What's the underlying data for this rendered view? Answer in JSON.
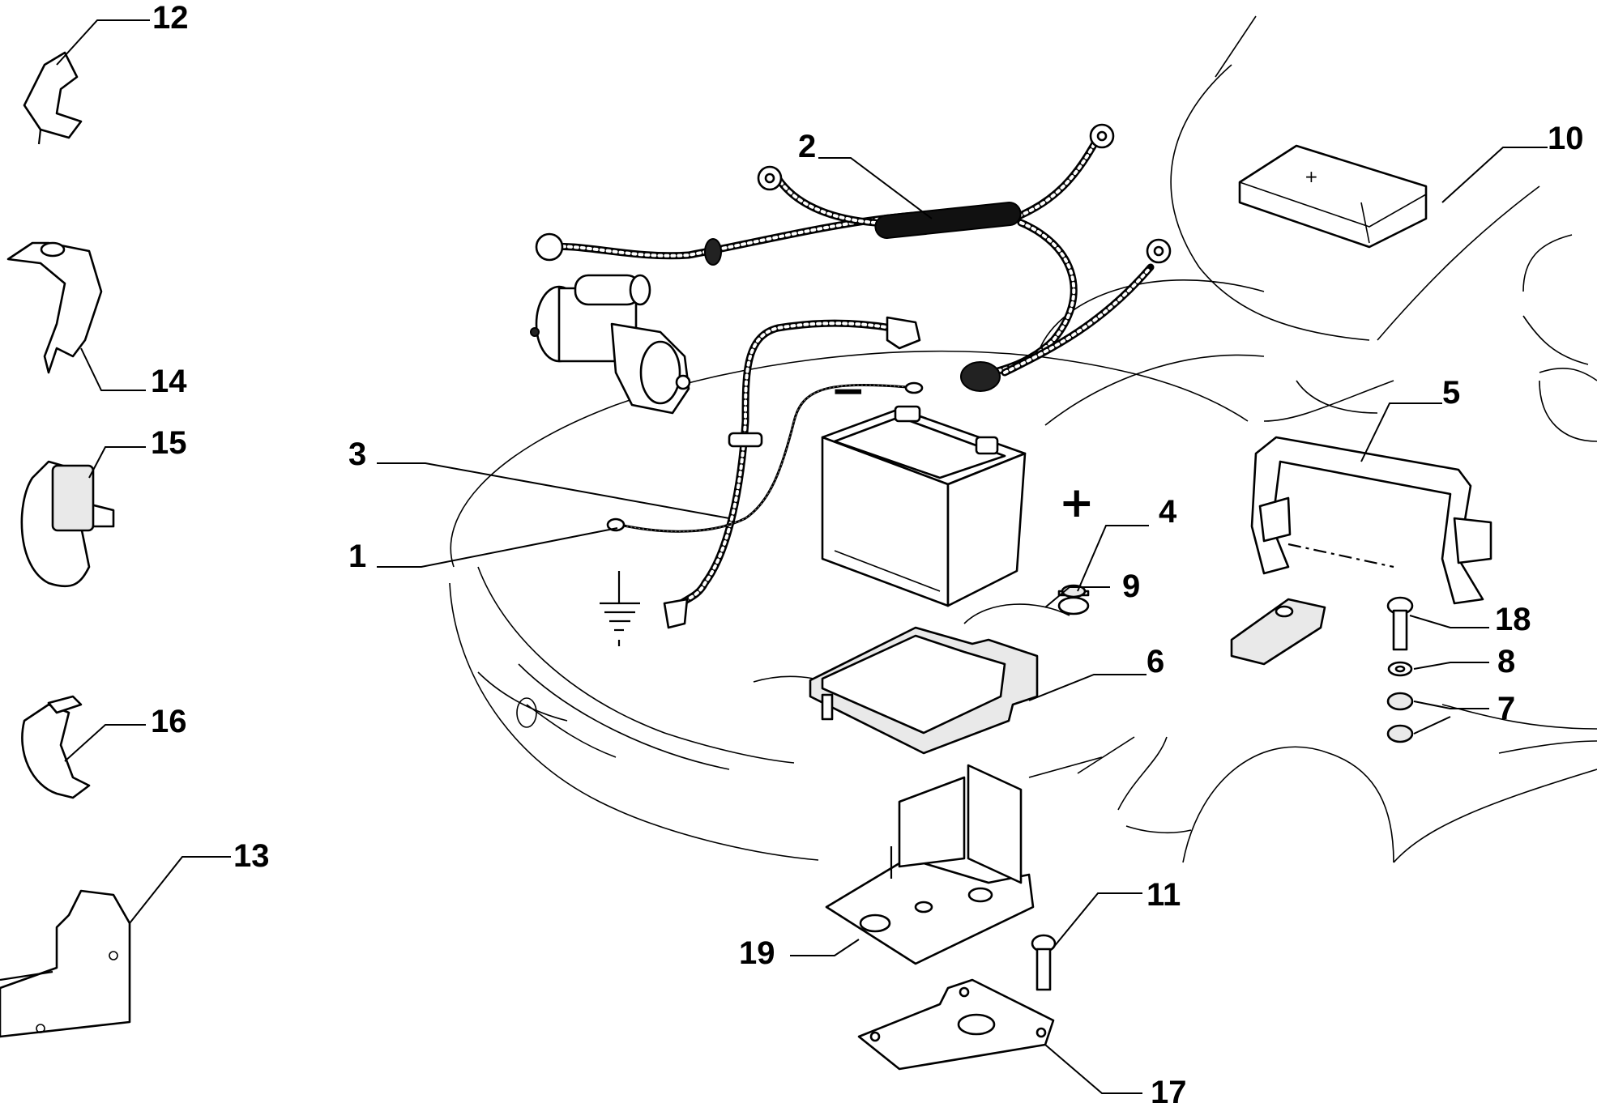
{
  "diagram": {
    "symbols": {
      "negative": "−",
      "positive": "+",
      "ground": "ground-symbol"
    },
    "callouts": [
      {
        "id": "c1",
        "label": "1"
      },
      {
        "id": "c2",
        "label": "2"
      },
      {
        "id": "c3",
        "label": "3"
      },
      {
        "id": "c4",
        "label": "4"
      },
      {
        "id": "c5",
        "label": "5"
      },
      {
        "id": "c6",
        "label": "6"
      },
      {
        "id": "c7",
        "label": "7"
      },
      {
        "id": "c8",
        "label": "8"
      },
      {
        "id": "c9",
        "label": "9"
      },
      {
        "id": "c10",
        "label": "10"
      },
      {
        "id": "c11",
        "label": "11"
      },
      {
        "id": "c12",
        "label": "12"
      },
      {
        "id": "c13",
        "label": "13"
      },
      {
        "id": "c14",
        "label": "14"
      },
      {
        "id": "c15",
        "label": "15"
      },
      {
        "id": "c16",
        "label": "16"
      },
      {
        "id": "c17",
        "label": "17"
      },
      {
        "id": "c18",
        "label": "18"
      },
      {
        "id": "c19",
        "label": "19"
      }
    ]
  }
}
